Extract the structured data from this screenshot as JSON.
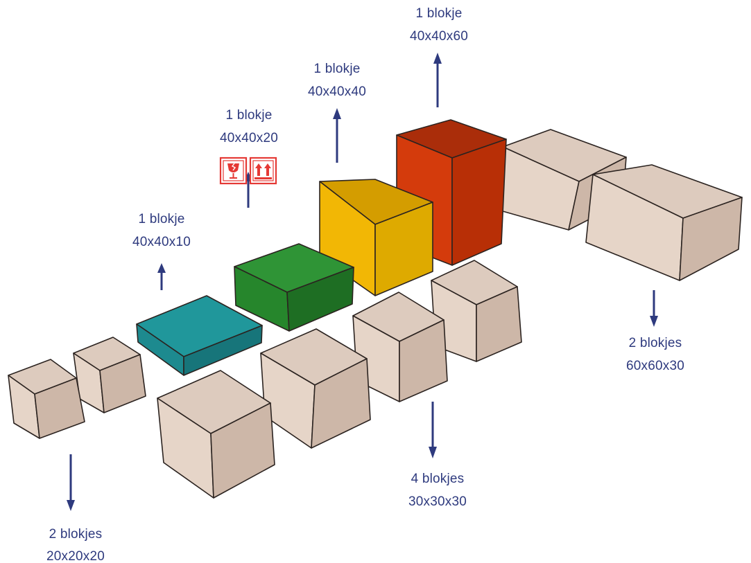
{
  "colors": {
    "text": "#2e3a7e",
    "arrow": "#2e3a7e",
    "beige_top": "#ddcbbe",
    "beige_left": "#e6d5c8",
    "beige_right": "#cdb7a8",
    "teal_top": "#20979b",
    "teal_left": "#1d8a8f",
    "teal_right": "#17757a",
    "green_top": "#2f9436",
    "green_left": "#26862c",
    "green_right": "#1e6e23",
    "yellow_top": "#d49d00",
    "yellow_left": "#f2b705",
    "yellow_right": "#deaa00",
    "red_top": "#aa2d0a",
    "red_left": "#d43b0c",
    "red_right": "#b82f06",
    "warning": "#e53935"
  },
  "labels": {
    "small_cubes": {
      "line1": "2 blokjes",
      "line2": "20x20x20"
    },
    "teal_block": {
      "line1": "1 blokje",
      "line2": "40x40x10"
    },
    "green_block": {
      "line1": "1 blokje",
      "line2": "40x40x20"
    },
    "yellow_block": {
      "line1": "1 blokje",
      "line2": "40x40x40"
    },
    "red_block": {
      "line1": "1 blokje",
      "line2": "40x40x60"
    },
    "medium_cubes": {
      "line1": "4 blokjes",
      "line2": "30x30x30"
    },
    "large_boxes": {
      "line1": "2 blokjes",
      "line2": "60x60x30"
    }
  },
  "icons": {
    "fragile": "fragile-glass-icon",
    "this_way_up": "this-way-up-icon"
  }
}
